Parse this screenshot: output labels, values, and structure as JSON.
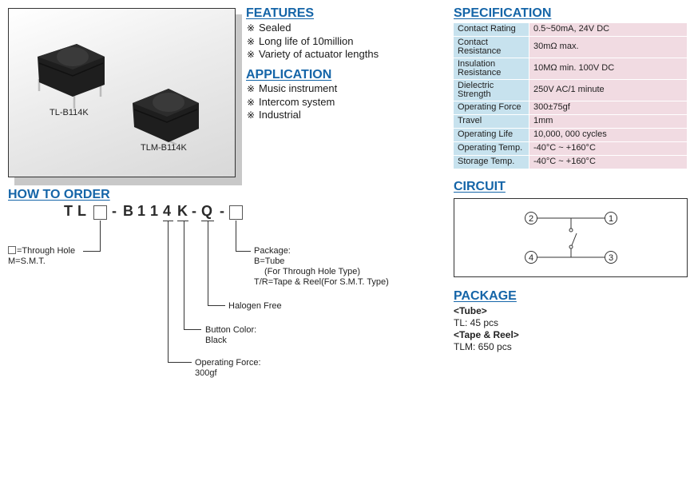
{
  "product_photo": {
    "labels": [
      "TL-B114K",
      "TLM-B114K"
    ]
  },
  "features": {
    "title": "FEATURES",
    "bullet_symbol": "※",
    "items": [
      "Sealed",
      "Long life of 10million",
      "Variety of actuator lengths"
    ]
  },
  "application": {
    "title": "APPLICATION",
    "bullet_symbol": "※",
    "items": [
      "Music instrument",
      "Intercom system",
      "Industrial"
    ]
  },
  "specification": {
    "title": "SPECIFICATION",
    "rows": [
      {
        "key": "Contact Rating",
        "value": "0.5~50mA, 24V DC"
      },
      {
        "key": "Contact Resistance",
        "value": "30mΩ max."
      },
      {
        "key": "Insulation Resistance",
        "value": "10MΩ min. 100V DC"
      },
      {
        "key": "Dielectric Strength",
        "value": "250V AC/1 minute"
      },
      {
        "key": "Operating Force",
        "value": "300±75gf"
      },
      {
        "key": "Travel",
        "value": "1mm"
      },
      {
        "key": "Operating Life",
        "value": "10,000, 000 cycles"
      },
      {
        "key": "Operating Temp.",
        "value": "-40°C ~ +160°C"
      },
      {
        "key": "Storage Temp.",
        "value": "-40°C ~ +160°C"
      }
    ],
    "colors": {
      "key_bg": "#c7e2ee",
      "value_bg": "#f1dbe2"
    }
  },
  "how_to_order": {
    "title": "HOW TO ORDER",
    "code_parts": [
      "T",
      "L",
      "-",
      "B",
      "1",
      "1",
      "4",
      "K",
      "-",
      "Q",
      "-"
    ],
    "notes": {
      "mount": [
        "=Through Hole",
        "M=S.M.T."
      ],
      "package": [
        "Package:",
        "B=Tube",
        "(For Through Hole Type)",
        "T/R=Tape & Reel(For S.M.T. Type)"
      ],
      "halogen": [
        "Halogen Free"
      ],
      "color": [
        "Button Color:",
        "Black"
      ],
      "force": [
        "Operating Force:",
        "300gf"
      ]
    }
  },
  "circuit": {
    "title": "CIRCUIT",
    "pins": [
      "1",
      "2",
      "3",
      "4"
    ]
  },
  "package": {
    "title": "PACKAGE",
    "lines": [
      "<Tube>",
      "TL: 45 pcs",
      "<Tape & Reel>",
      "TLM: 650 pcs"
    ]
  },
  "colors": {
    "heading": "#1565a8"
  }
}
